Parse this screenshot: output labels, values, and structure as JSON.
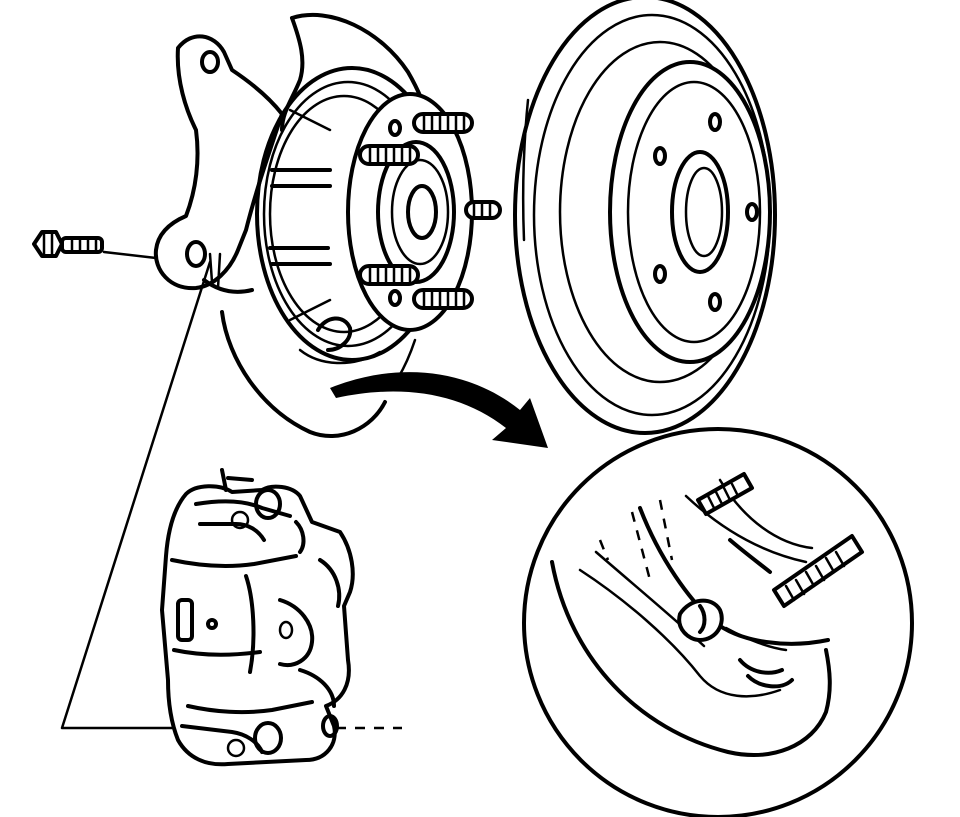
{
  "diagram": {
    "background": "#ffffff",
    "ink": "#000000",
    "parts": [
      "steering-knuckle",
      "caliper-mounting-bolt",
      "splash-shield",
      "hub-and-bearing",
      "wheel-stud",
      "brake-rotor",
      "brake-caliper",
      "detail-magnifier",
      "view-arrow"
    ]
  }
}
